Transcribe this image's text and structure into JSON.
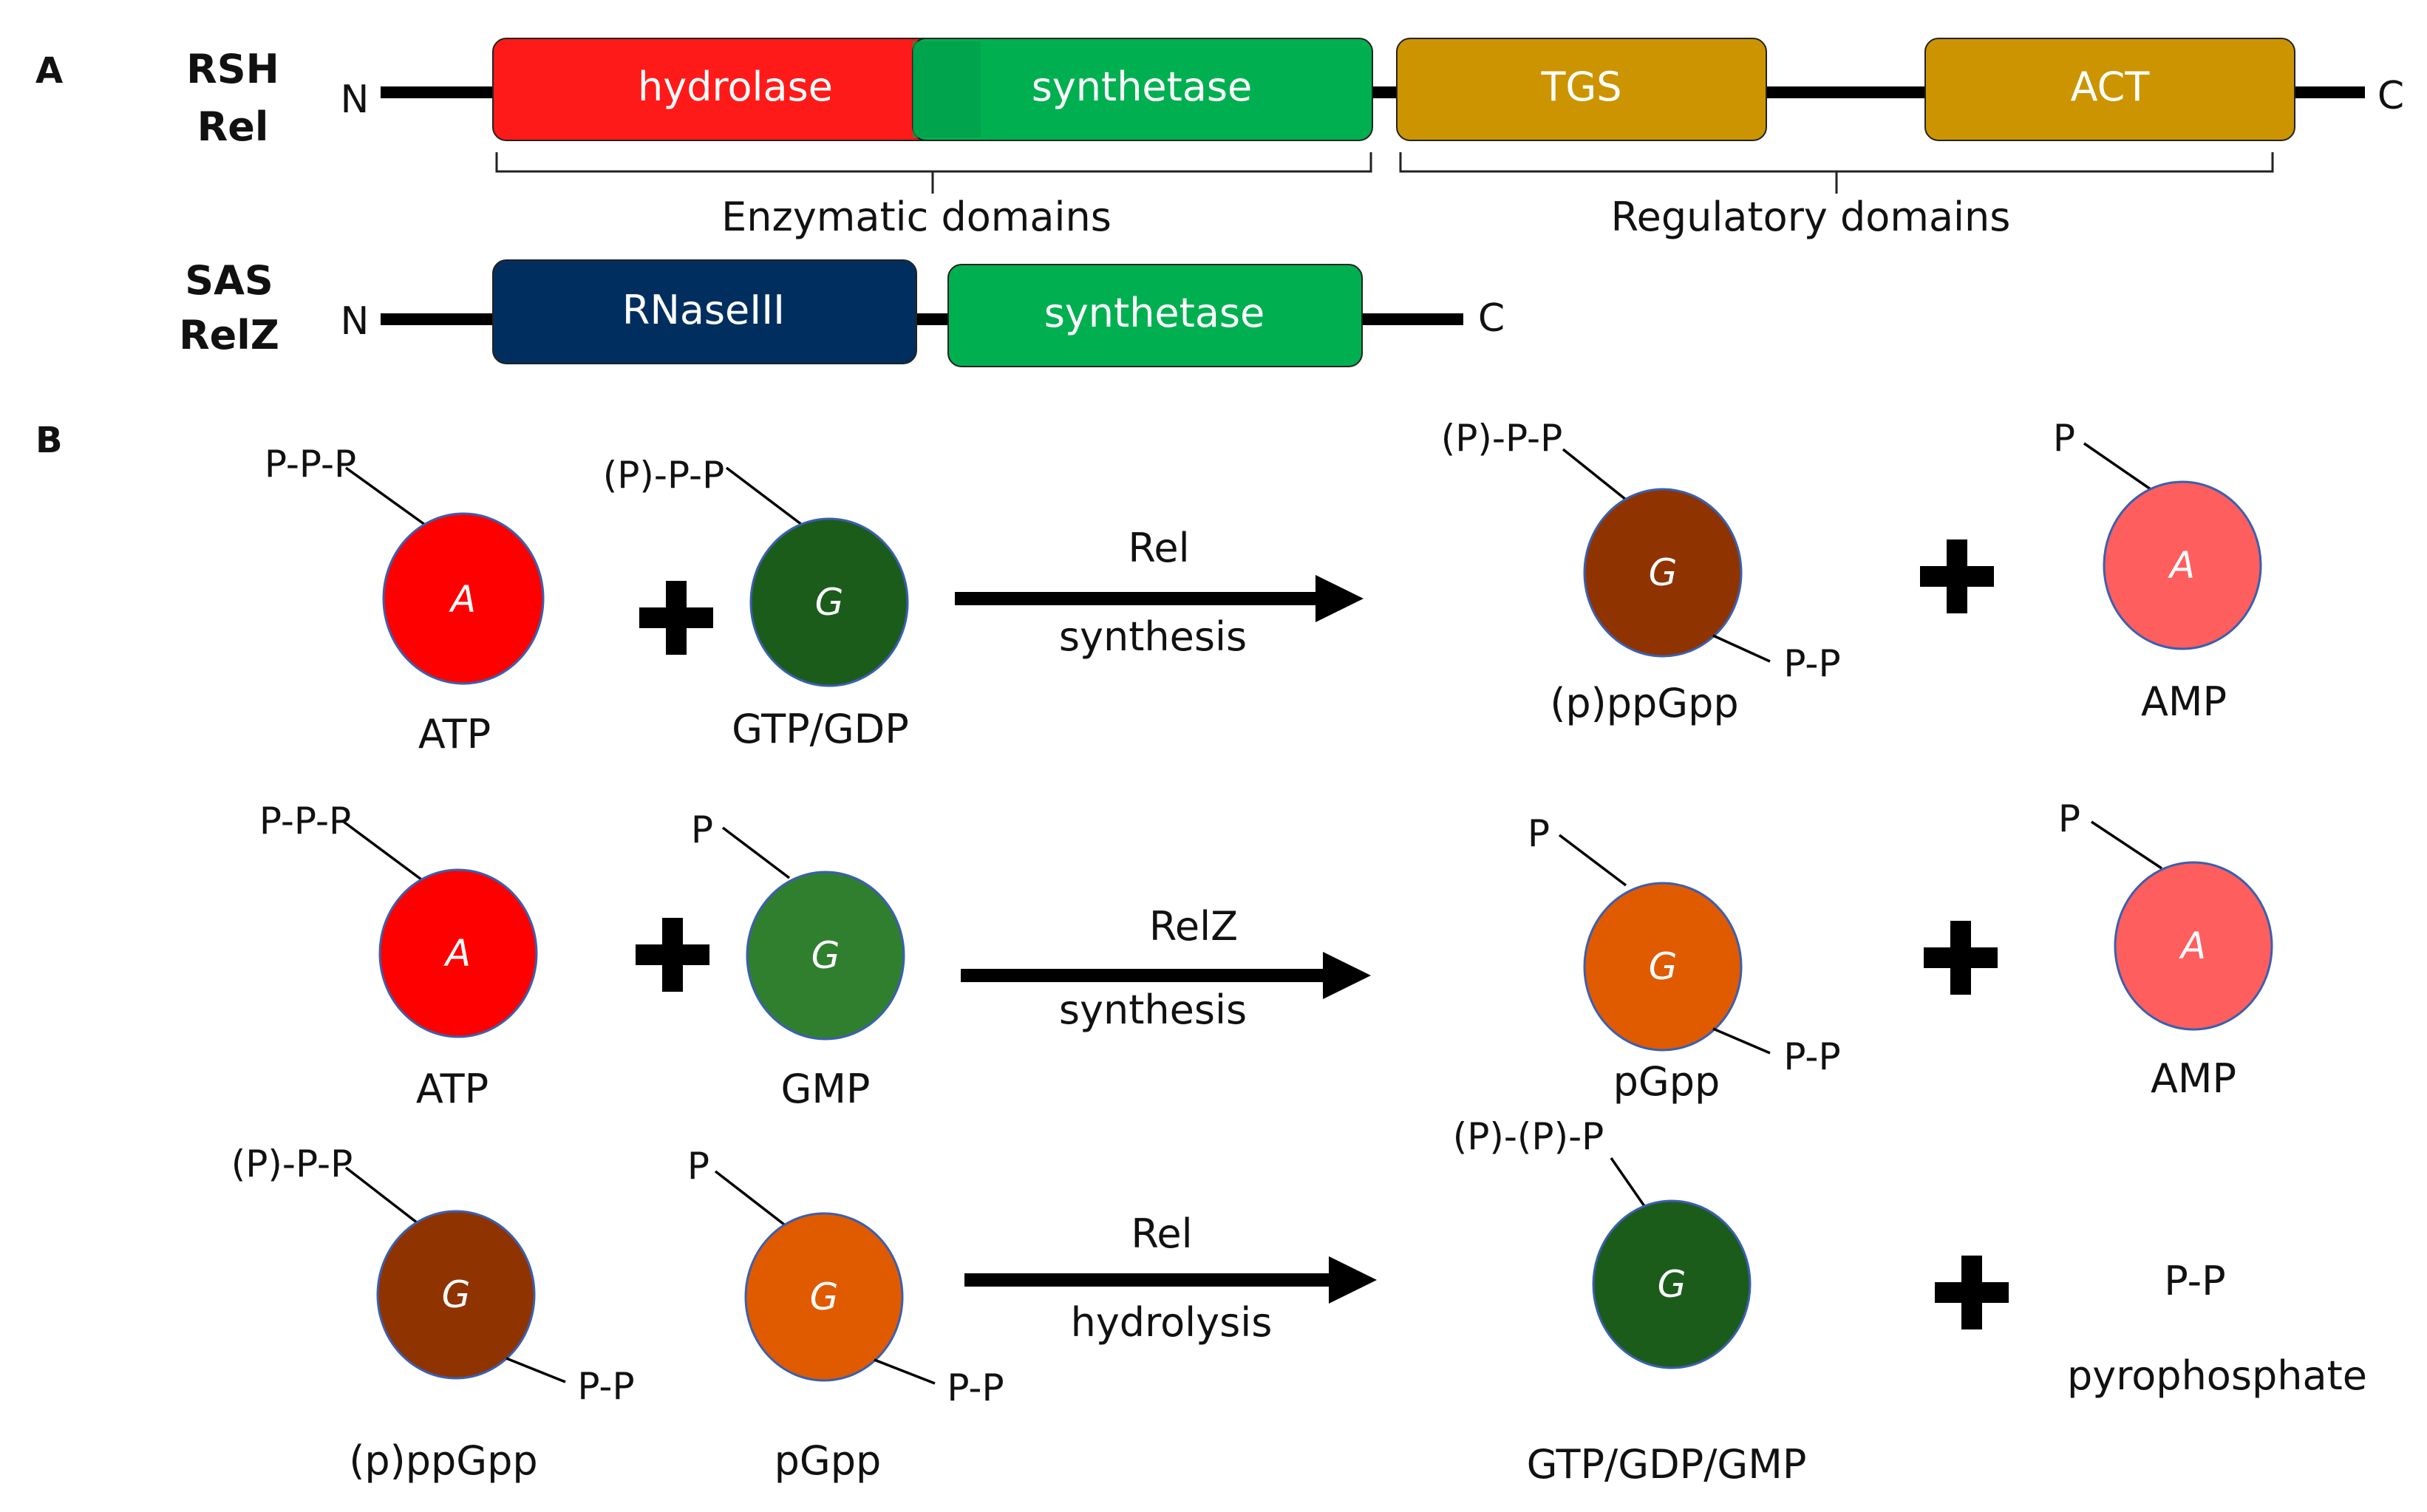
{
  "panel_a": {
    "label": "A",
    "rsh": {
      "name_1": "RSH",
      "name_2": "Rel",
      "n_term": "N",
      "c_term": "C",
      "domains": {
        "hydrolase": "hydrolase",
        "synthetase": "synthetase",
        "tgs": "TGS",
        "act": "ACT"
      },
      "enzymatic_label": "Enzymatic domains",
      "regulatory_label": "Regulatory domains"
    },
    "sas": {
      "name_1": "SAS",
      "name_2": "RelZ",
      "n_term": "N",
      "c_term": "C",
      "domains": {
        "rnase": "RNaseIII",
        "synthetase": "synthetase"
      }
    }
  },
  "panel_b": {
    "label": "B",
    "row1": {
      "sub1": {
        "letter": "A",
        "phos": "P-P-P",
        "name": "ATP"
      },
      "sub2": {
        "letter": "G",
        "phos": "(P)-P-P",
        "name": "GTP/GDP"
      },
      "arrow_top": "Rel",
      "arrow_bottom": "synthesis",
      "prod1": {
        "letter": "G",
        "phos_top": "(P)-P-P",
        "phos_bottom": "P-P",
        "name": "(p)ppGpp"
      },
      "prod2": {
        "letter": "A",
        "phos": "P",
        "name": "AMP"
      }
    },
    "row2": {
      "sub1": {
        "letter": "A",
        "phos": "P-P-P",
        "name": "ATP"
      },
      "sub2": {
        "letter": "G",
        "phos": "P",
        "name": "GMP"
      },
      "arrow_top": "RelZ",
      "arrow_bottom": "synthesis",
      "prod1": {
        "letter": "G",
        "phos_top": "P",
        "phos_bottom": "P-P",
        "name": "pGpp"
      },
      "prod2": {
        "letter": "A",
        "phos": "P",
        "name": "AMP"
      }
    },
    "row3": {
      "sub1": {
        "letter": "G",
        "phos_top": "(P)-P-P",
        "phos_bottom": "P-P",
        "name": "(p)ppGpp"
      },
      "sub2": {
        "letter": "G",
        "phos_top": "P",
        "phos_bottom": "P-P",
        "name": "pGpp"
      },
      "arrow_top": "Rel",
      "arrow_bottom": "hydrolysis",
      "prod1": {
        "letter": "G",
        "phos_top": "(P)-(P)-P",
        "name": "GTP/GDP/GMP"
      },
      "prod2": {
        "formula": "P-P",
        "name": "pyrophosphate"
      }
    }
  },
  "colors": {
    "hydrolase": "#ff1a1a",
    "synthetase": "#00b050",
    "regulatory": "#cc9400",
    "rnase": "#002f5f",
    "atp_red": "#ff0000",
    "gtp_darkgreen": "#1b5c1b",
    "gmp_green": "#2f7f2f",
    "ppgpp_brown": "#8f3300",
    "pgpp_orange": "#e05a00",
    "amp_pink": "#ff5e5e"
  }
}
